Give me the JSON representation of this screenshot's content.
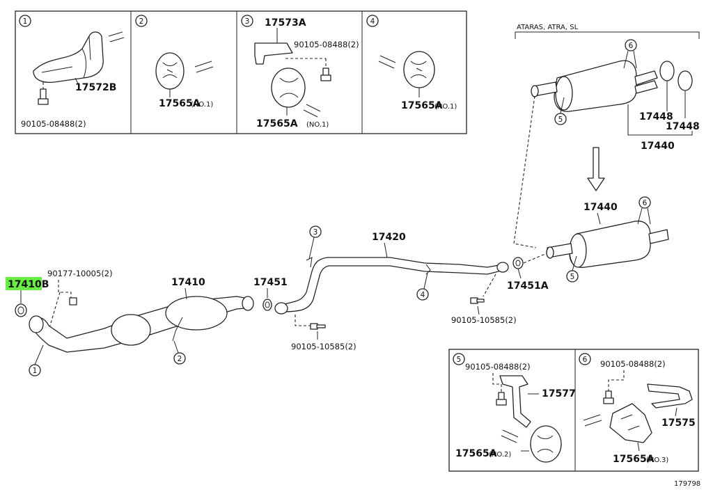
{
  "callout_groups": [
    {
      "id": "1",
      "parts": [
        {
          "number": "17572B"
        },
        {
          "number": "90105-08488(2)"
        }
      ]
    },
    {
      "id": "2",
      "parts": [
        {
          "number": "17565A",
          "note": "(NO.1)"
        }
      ]
    },
    {
      "id": "3",
      "parts": [
        {
          "number": "17573A"
        },
        {
          "number": "90105-08488(2)"
        },
        {
          "number": "17565A",
          "note": "(NO.1)"
        }
      ]
    },
    {
      "id": "4",
      "parts": [
        {
          "number": "17565A",
          "note": "(NO.1)"
        }
      ]
    },
    {
      "id": "5",
      "parts": [
        {
          "number": "90105-08488(2)"
        },
        {
          "number": "17577"
        },
        {
          "number": "17565A",
          "note": "(NO.2)"
        }
      ]
    },
    {
      "id": "6",
      "parts": [
        {
          "number": "90105-08488(2)"
        },
        {
          "number": "17575"
        },
        {
          "number": "17565A",
          "note": "(NO.3)"
        }
      ]
    }
  ],
  "variant": {
    "label": "ATARAS, ATRA, SL",
    "parts": [
      "17448",
      "17448",
      "17440"
    ],
    "callouts": [
      "6",
      "5"
    ]
  },
  "main": {
    "parts": {
      "p17410B": "17410B",
      "p90177": "90177-10005(2)",
      "p17410": "17410",
      "p17451": "17451",
      "p17420": "17420",
      "p90105a": "90105-10585(2)",
      "p90105b": "90105-10585(2)",
      "p17451A": "17451A",
      "p17440": "17440"
    },
    "callouts": {
      "c1": "1",
      "c2": "2",
      "c3": "3",
      "c4": "4",
      "c5": "5",
      "c6": "6"
    },
    "highlight_color": "#66ee44"
  },
  "drawing_number": "179798"
}
